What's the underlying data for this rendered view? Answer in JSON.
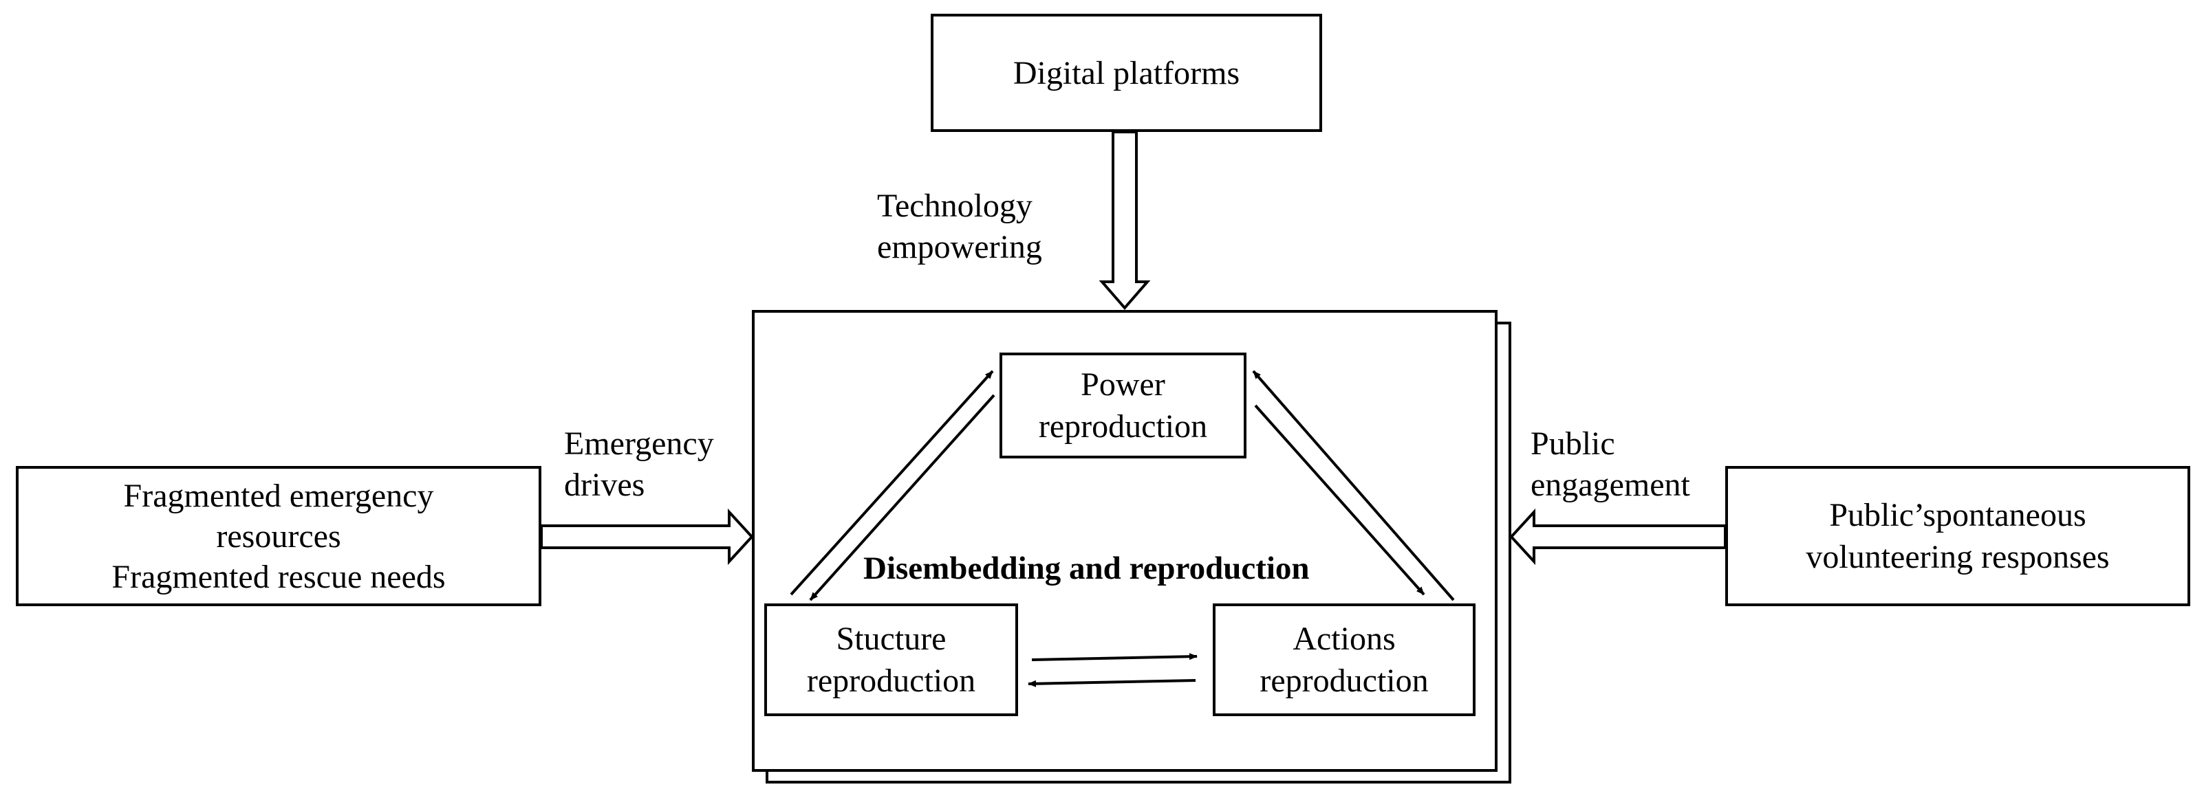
{
  "boxes": {
    "digital_platforms": "Digital platforms",
    "power": [
      "Power",
      "reproduction"
    ],
    "structure": [
      "Stucture",
      "reproduction"
    ],
    "actions": [
      "Actions",
      "reproduction"
    ],
    "fragmented": [
      "Fragmented emergency",
      "resources",
      "Fragmented rescue needs"
    ],
    "public_responses": [
      "Public’spontaneous",
      "volunteering responses"
    ]
  },
  "arrow_labels": {
    "technology": [
      "Technology",
      "empowering"
    ],
    "emergency": [
      "Emergency",
      "drives"
    ],
    "public": [
      "Public",
      "engagement"
    ]
  },
  "center_title": "Disembedding and reproduction"
}
